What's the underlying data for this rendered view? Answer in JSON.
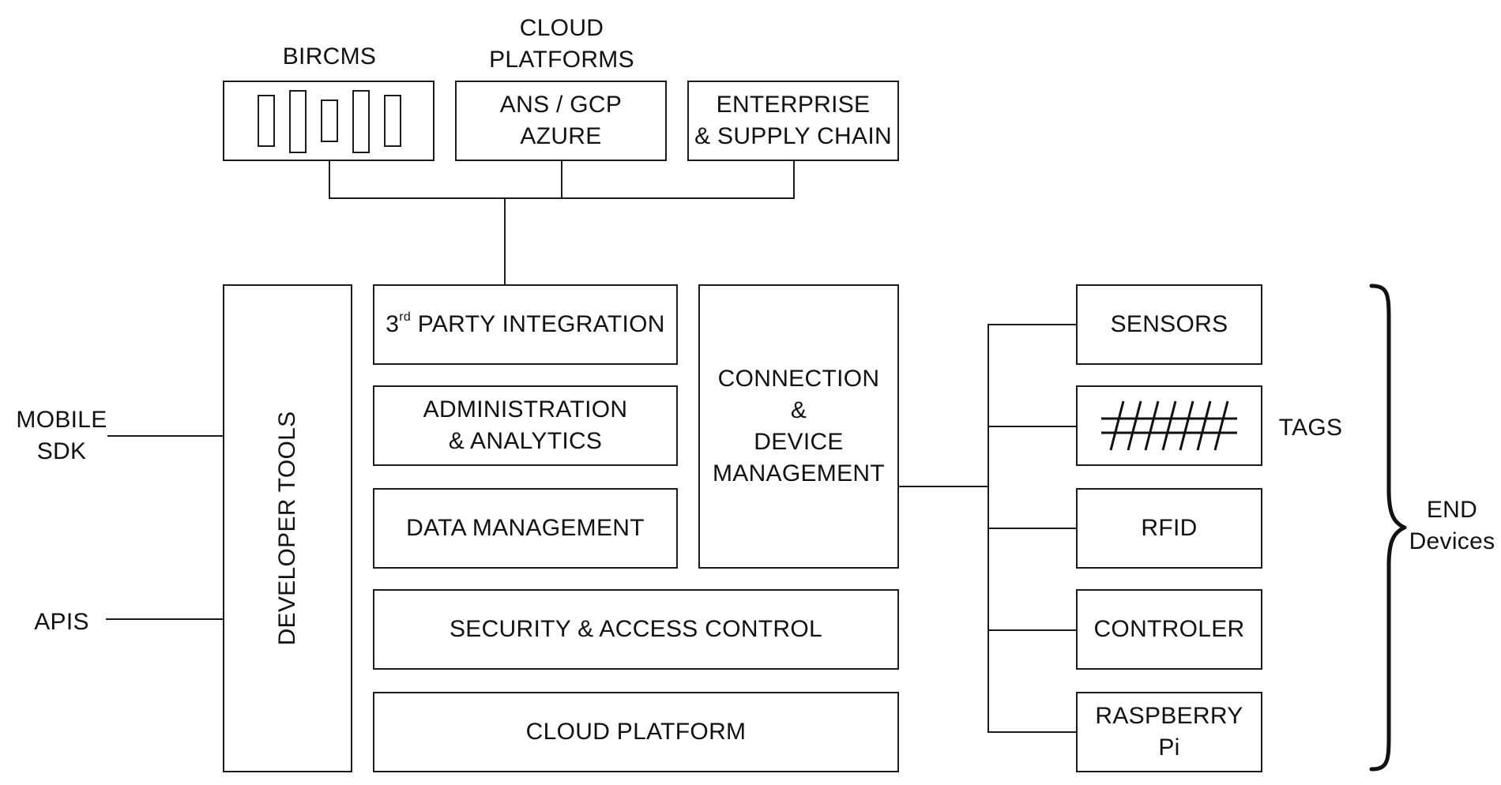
{
  "top": {
    "bircms_title": "BIRCMS",
    "cloud_title_line1": "CLOUD",
    "cloud_title_line2": "PLATFORMS",
    "cloud_box_line1": "ANS / GCP",
    "cloud_box_line2": "AZURE",
    "enterprise_line1": "ENTERPRISE",
    "enterprise_line2": "& SUPPLY CHAIN"
  },
  "left": {
    "mobile_sdk_line1": "MOBILE",
    "mobile_sdk_line2": "SDK",
    "apis": "APIS",
    "developer_tools": "DEVELOPER TOOLS"
  },
  "core": {
    "third_party_prefix": "3",
    "third_party_sup": "rd",
    "third_party_rest": " PARTY INTEGRATION",
    "admin_line1": "ADMINISTRATION",
    "admin_line2": "& ANALYTICS",
    "data_management": "DATA MANAGEMENT",
    "connection_line1": "CONNECTION",
    "connection_line2": "&",
    "connection_line3": "DEVICE",
    "connection_line4": "MANAGEMENT",
    "security": "SECURITY & ACCESS CONTROL",
    "cloud_platform": "CLOUD PLATFORM"
  },
  "devices": {
    "sensors": "SENSORS",
    "tags": "TAGS",
    "rfid": "RFID",
    "controler": "CONTROLER",
    "raspberry_line1": "RASPBERRY",
    "raspberry_line2": "Pi",
    "end_line1": "END",
    "end_line2": "Devices"
  },
  "icons": {
    "bircms_bars": "bar-blocks-icon",
    "tags_barcode": "hash-barcode-icon",
    "end_bracket": "curly-brace-icon"
  }
}
